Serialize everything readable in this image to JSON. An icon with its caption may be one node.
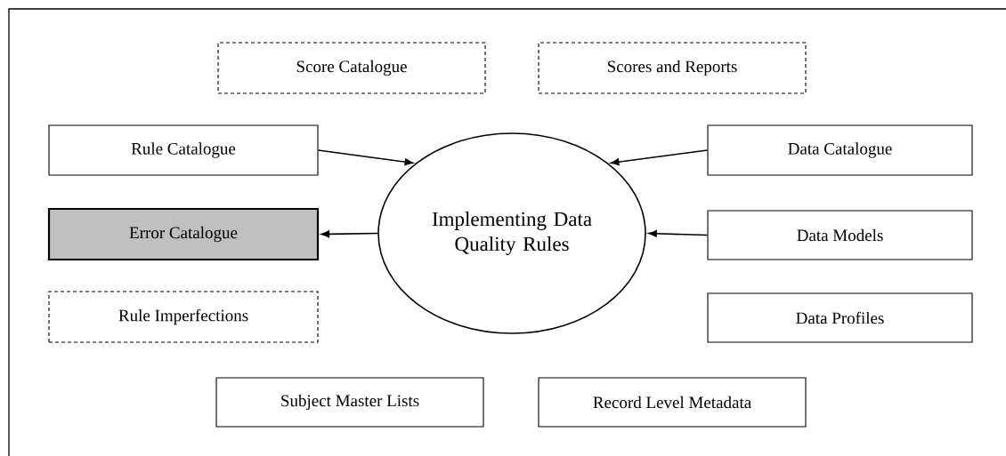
{
  "diagram": {
    "nodes": [
      {
        "text": [
          "Score Catalogue"
        ]
      },
      {
        "text": [
          "Scores and Reports"
        ]
      },
      {
        "text": [
          "Rule Catalogue"
        ]
      },
      {
        "text": [
          "Implementing Data Quality Rules"
        ]
      },
      {
        "text": [
          "Data Catalogue"
        ]
      },
      {
        "text": [
          "Error Catalogue"
        ]
      },
      {
        "text": [
          "Data Models"
        ]
      },
      {
        "text": [
          "Rule Imperfections"
        ]
      },
      {
        "text": [
          "Data Profiles"
        ]
      },
      {
        "text": [
          "Subject Master Lists"
        ]
      },
      {
        "text": [
          "Record Level Metadata"
        ]
      }
    ],
    "edges": [
      {
        "from": 2,
        "to": 3,
        "arrow": "to"
      },
      {
        "from": 4,
        "to": 3,
        "arrow": "to"
      },
      {
        "from": 3,
        "to": 5,
        "arrow": "to"
      },
      {
        "from": 6,
        "to": 3,
        "arrow": "to"
      }
    ]
  }
}
